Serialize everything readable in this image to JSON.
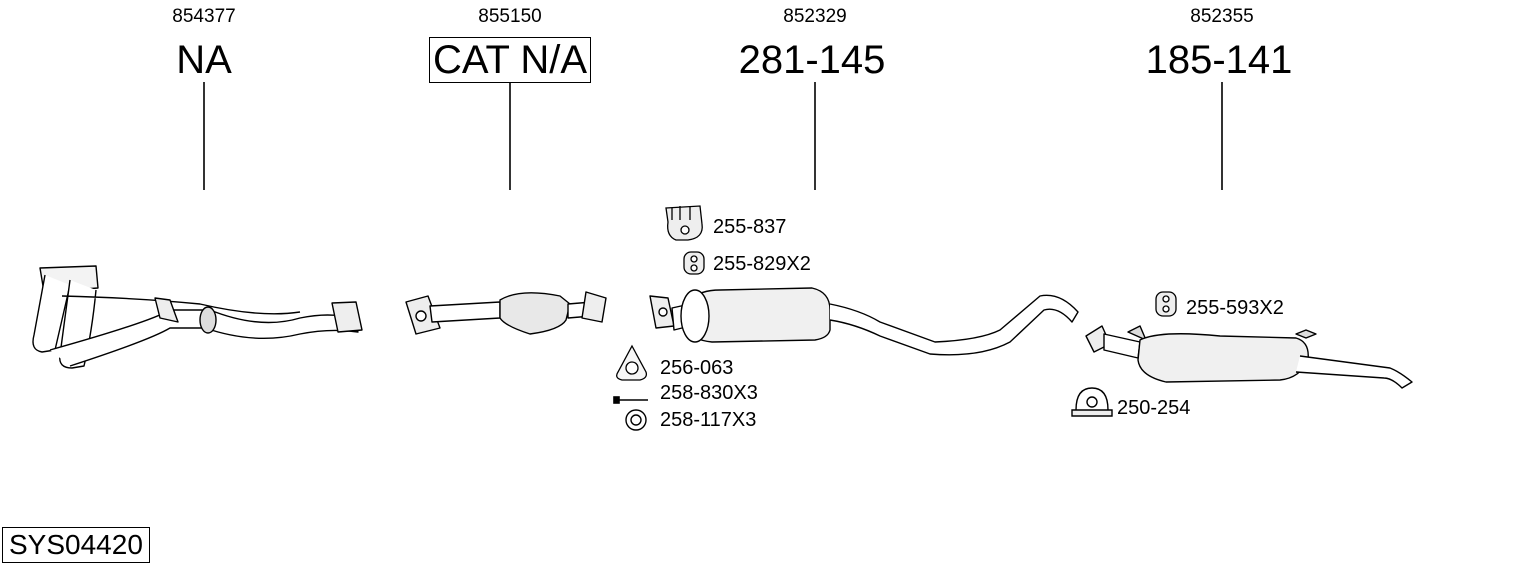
{
  "title": "SYS04420",
  "groups": [
    {
      "oe": "854377",
      "part": "NA"
    },
    {
      "oe": "855150",
      "part": "CAT N/A"
    },
    {
      "oe": "852329",
      "part": "281-145"
    },
    {
      "oe": "852355",
      "part": "185-141"
    }
  ],
  "accessories": [
    {
      "part": "255-837",
      "icon": "rubber-hanger-icon"
    },
    {
      "part": "255-829X2",
      "icon": "rubber-ring-icon"
    },
    {
      "part": "255-593X2",
      "icon": "rubber-mount-icon"
    },
    {
      "part": "256-063",
      "icon": "flange-gasket-icon"
    },
    {
      "part": "258-830X3",
      "icon": "bolt-icon"
    },
    {
      "part": "258-117X3",
      "icon": "nut-ring-icon"
    },
    {
      "part": "250-254",
      "icon": "clamp-icon"
    }
  ]
}
